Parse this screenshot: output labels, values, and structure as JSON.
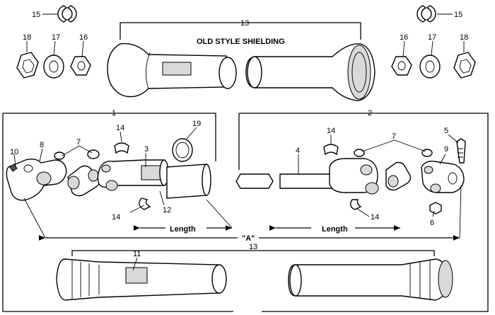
{
  "title": "OLD STYLE SHIELDING",
  "dimensions": {
    "length": "Length",
    "overall": "\"A\""
  },
  "callouts": {
    "n1": "1",
    "n2": "2",
    "n3": "3",
    "n4": "4",
    "n5": "5",
    "n6": "6",
    "n7": "7",
    "n8": "8",
    "n9": "9",
    "n10": "10",
    "n11": "11",
    "n12": "12",
    "n13": "13",
    "n14": "14",
    "n15": "15",
    "n16": "16",
    "n17": "17",
    "n18": "18",
    "n19": "19"
  }
}
